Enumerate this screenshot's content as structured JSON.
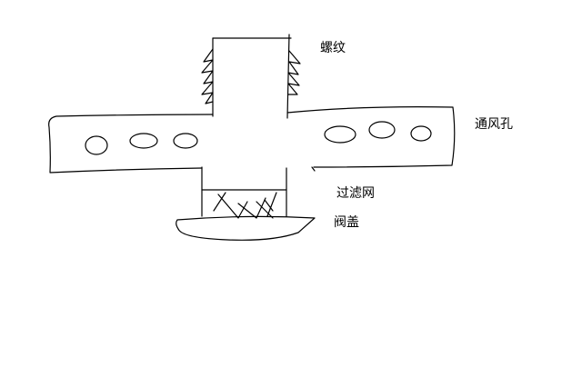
{
  "labels": {
    "thread": "螺纹",
    "vent_holes": "通风孔",
    "filter_mesh": "过滤网",
    "valve_cap": "阀盖"
  },
  "colors": {
    "background": "#ffffff",
    "stroke": "#000000"
  }
}
